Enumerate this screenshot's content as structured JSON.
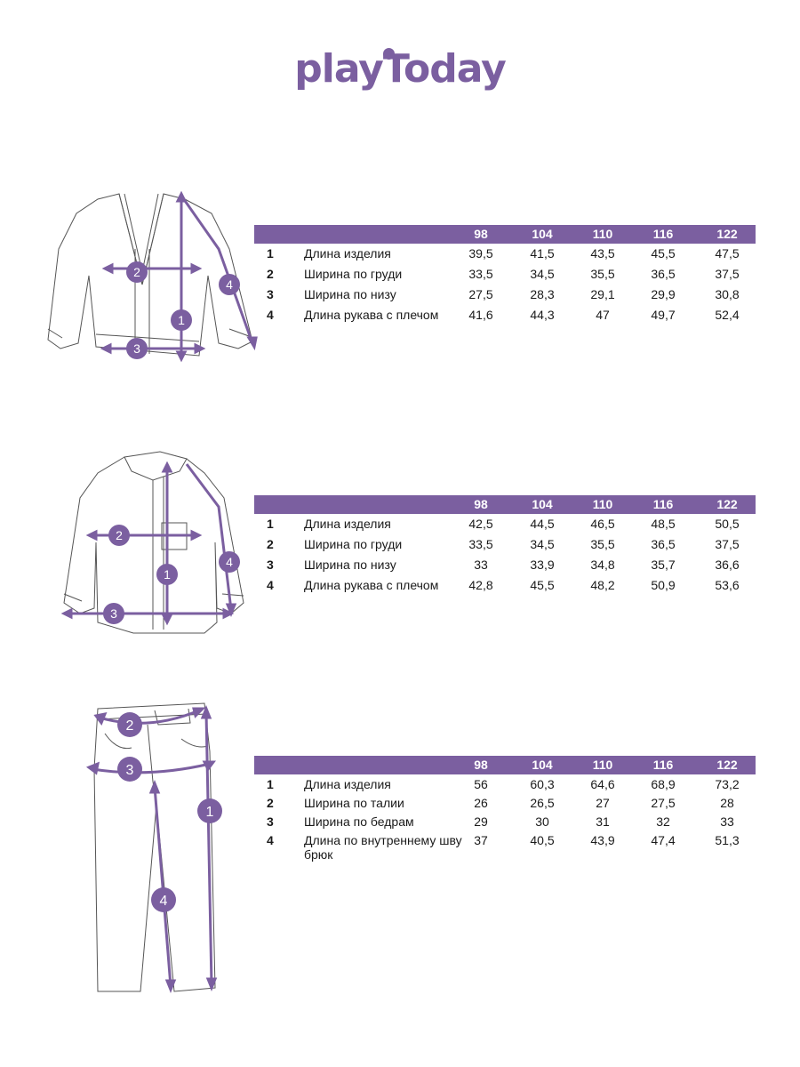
{
  "brand": {
    "logo_text": "playToday",
    "accent_color": "#7b5fa0"
  },
  "sizes": [
    "98",
    "104",
    "110",
    "116",
    "122"
  ],
  "tables": [
    {
      "garment": "cardigan",
      "rows": [
        {
          "num": "1",
          "label": "Длина изделия",
          "values": [
            "39,5",
            "41,5",
            "43,5",
            "45,5",
            "47,5"
          ]
        },
        {
          "num": "2",
          "label": "Ширина по груди",
          "values": [
            "33,5",
            "34,5",
            "35,5",
            "36,5",
            "37,5"
          ]
        },
        {
          "num": "3",
          "label": "Ширина по низу",
          "values": [
            "27,5",
            "28,3",
            "29,1",
            "29,9",
            "30,8"
          ]
        },
        {
          "num": "4",
          "label": "Длина рукава с плечом",
          "values": [
            "41,6",
            "44,3",
            "47",
            "49,7",
            "52,4"
          ]
        }
      ]
    },
    {
      "garment": "shirt",
      "rows": [
        {
          "num": "1",
          "label": "Длина изделия",
          "values": [
            "42,5",
            "44,5",
            "46,5",
            "48,5",
            "50,5"
          ]
        },
        {
          "num": "2",
          "label": "Ширина по груди",
          "values": [
            "33,5",
            "34,5",
            "35,5",
            "36,5",
            "37,5"
          ]
        },
        {
          "num": "3",
          "label": "Ширина по низу",
          "values": [
            "33",
            "33,9",
            "34,8",
            "35,7",
            "36,6"
          ]
        },
        {
          "num": "4",
          "label": "Длина рукава с плечом",
          "values": [
            "42,8",
            "45,5",
            "48,2",
            "50,9",
            "53,6"
          ]
        }
      ]
    },
    {
      "garment": "trousers",
      "rows": [
        {
          "num": "1",
          "label": "Длина изделия",
          "values": [
            "56",
            "60,3",
            "64,6",
            "68,9",
            "73,2"
          ]
        },
        {
          "num": "2",
          "label": "Ширина по талии",
          "values": [
            "26",
            "26,5",
            "27",
            "27,5",
            "28"
          ]
        },
        {
          "num": "3",
          "label": "Ширина по бедрам",
          "values": [
            "29",
            "30",
            "31",
            "32",
            "33"
          ]
        },
        {
          "num": "4",
          "label": "Длина по внутреннему шву брюк",
          "values": [
            "37",
            "40,5",
            "43,9",
            "47,4",
            "51,3"
          ]
        }
      ]
    }
  ],
  "markers": [
    "1",
    "2",
    "3",
    "4"
  ]
}
